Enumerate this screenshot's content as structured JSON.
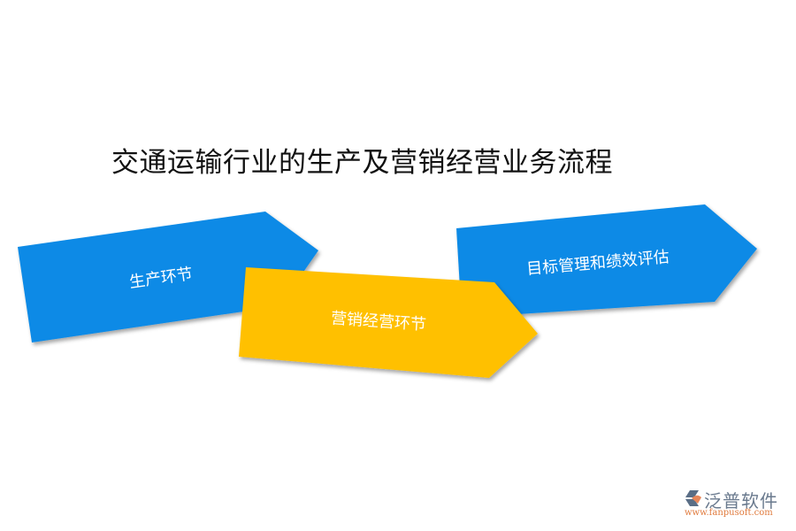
{
  "title": "交通运输行业的生产及营销经营业务流程",
  "steps": [
    {
      "label": "生产环节",
      "color": "#0a8ae6"
    },
    {
      "label": "营销经营环节",
      "color": "#ffc000"
    },
    {
      "label": "目标管理和绩效评估",
      "color": "#0a8ae6"
    }
  ],
  "logo": {
    "name": "泛普软件",
    "url": "www.fanpusoft.com"
  }
}
